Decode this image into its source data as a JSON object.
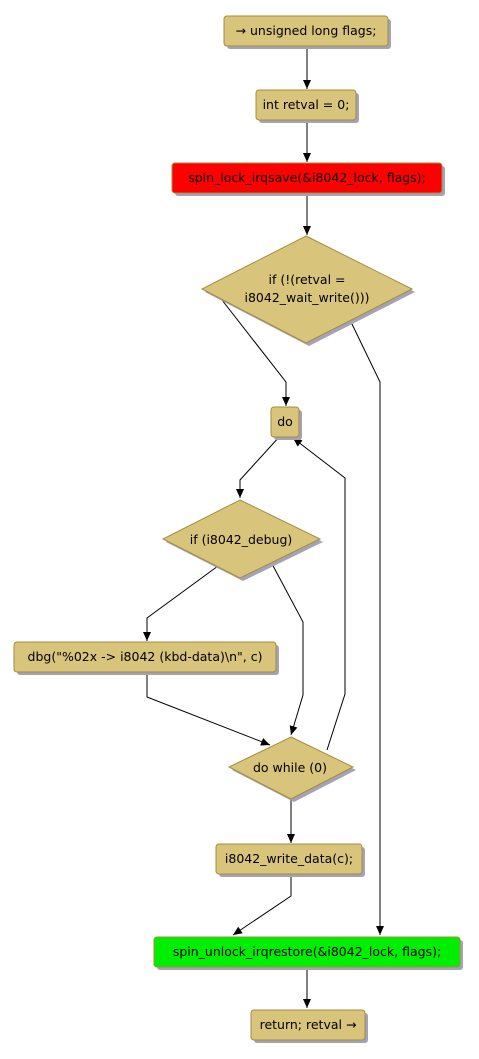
{
  "colors": {
    "node_fill": "#d9c47c",
    "node_stroke": "#a38d3f",
    "shadow": "#a3a3b5",
    "lock_fill": "#ff0000",
    "unlock_fill": "#00ee00",
    "edge": "#000000"
  },
  "nodes": {
    "start": {
      "label": "→ unsigned long flags;"
    },
    "decl": {
      "label": "int retval = 0;"
    },
    "lock": {
      "label": "spin_lock_irqsave(&i8042_lock, flags);"
    },
    "if_wait": {
      "line1": "if (!(retval =",
      "line2": "i8042_wait_write()))"
    },
    "do": {
      "label": "do"
    },
    "if_debug": {
      "label": "if (i8042_debug)"
    },
    "dbg": {
      "label": "dbg(\"%02x -> i8042 (kbd-data)\\n\", c)"
    },
    "while": {
      "label": "do while (0)"
    },
    "write": {
      "label": "i8042_write_data(c);"
    },
    "unlock": {
      "label": "spin_unlock_irqrestore(&i8042_lock, flags);"
    },
    "return": {
      "label": "return; retval →"
    }
  }
}
